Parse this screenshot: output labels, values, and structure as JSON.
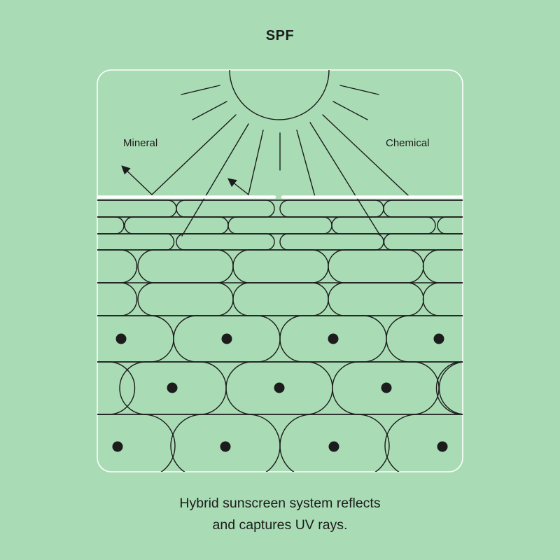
{
  "title": "SPF",
  "labels": {
    "mineral": "Mineral",
    "chemical": "Chemical"
  },
  "caption": {
    "line1": "Hybrid sunscreen system reflects",
    "line2": "and captures UV rays."
  },
  "colors": {
    "background": "#a9dcb4",
    "stroke": "#1c1c1c",
    "mineral_layer": "#ffffff"
  },
  "icons": {
    "sun": "sun-icon",
    "reflect_arrow": "arrow-icon",
    "nucleus": "nucleus-dot"
  }
}
